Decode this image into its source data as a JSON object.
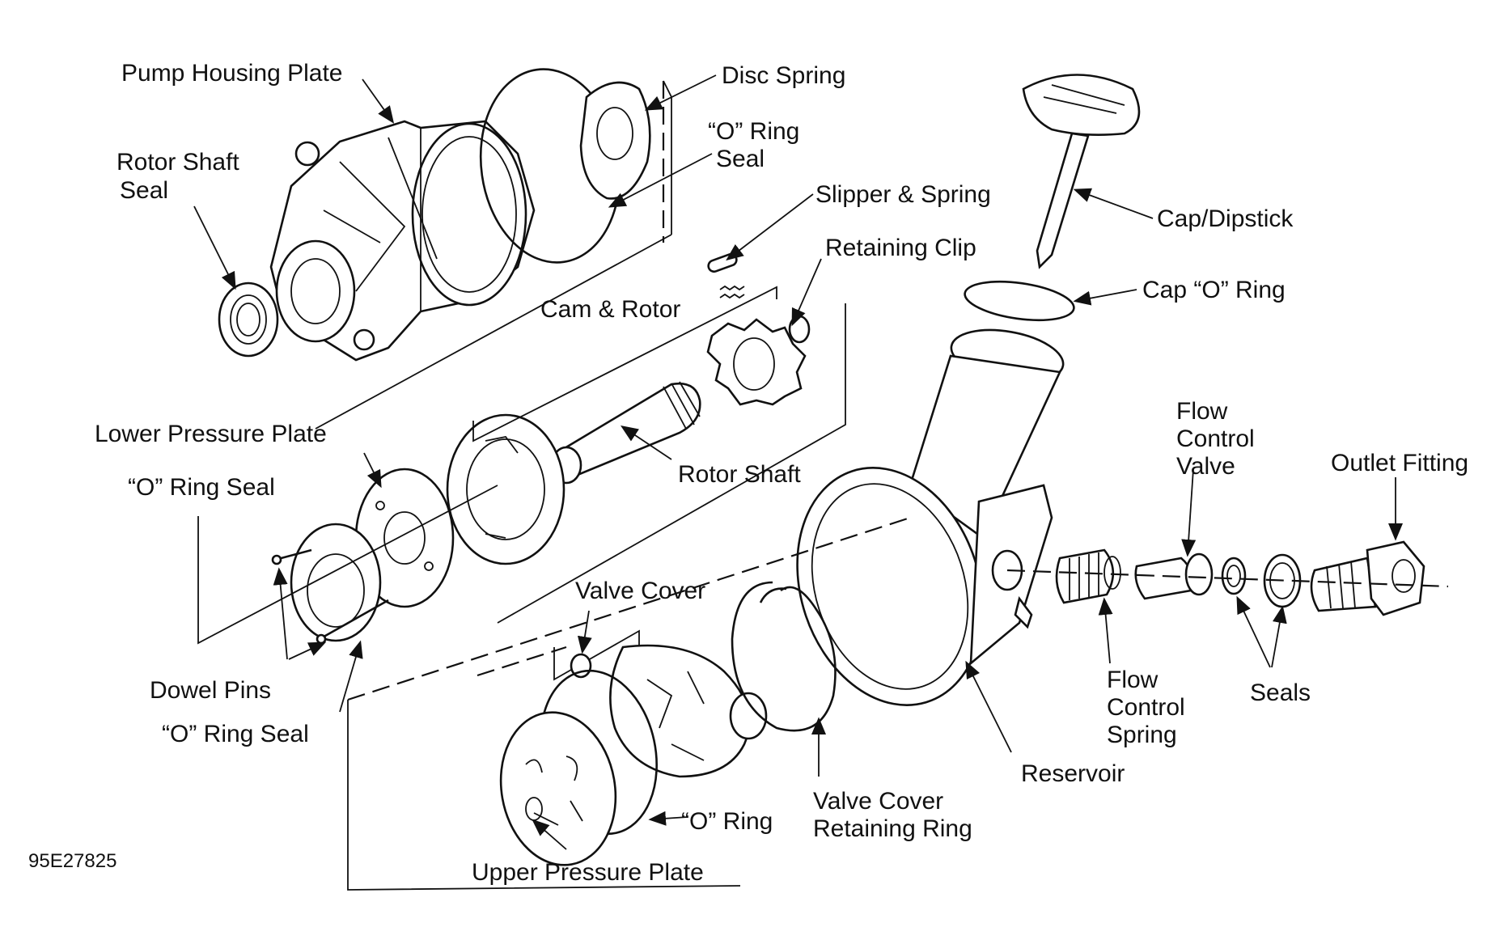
{
  "diagram": {
    "figure_id": "95E27825",
    "labels": {
      "pump_housing_plate": "Pump Housing Plate",
      "disc_spring": "Disc Spring",
      "o_ring_seal_top_1": "“O” Ring",
      "o_ring_seal_top_2": "Seal",
      "rotor_shaft_seal_1": "Rotor Shaft",
      "rotor_shaft_seal_2": "Seal",
      "slipper_spring": "Slipper & Spring",
      "retaining_clip": "Retaining Clip",
      "cam_rotor": "Cam & Rotor",
      "cap_dipstick": "Cap/Dipstick",
      "cap_o_ring": "Cap “O” Ring",
      "lower_pressure_plate": "Lower Pressure Plate",
      "o_ring_seal_left": "“O” Ring Seal",
      "rotor_shaft": "Rotor Shaft",
      "flow_control_valve_1": "Flow",
      "flow_control_valve_2": "Control",
      "flow_control_valve_3": "Valve",
      "outlet_fitting": "Outlet Fitting",
      "valve_cover": "Valve Cover",
      "dowel_pins": "Dowel Pins",
      "o_ring_seal_bottom": "“O” Ring Seal",
      "flow_control_spring_1": "Flow",
      "flow_control_spring_2": "Control",
      "flow_control_spring_3": "Spring",
      "seals": "Seals",
      "reservoir": "Reservoir",
      "valve_cover_retaining_ring_1": "Valve Cover",
      "valve_cover_retaining_ring_2": "Retaining Ring",
      "o_ring": "“O” Ring",
      "upper_pressure_plate": "Upper Pressure Plate"
    }
  }
}
